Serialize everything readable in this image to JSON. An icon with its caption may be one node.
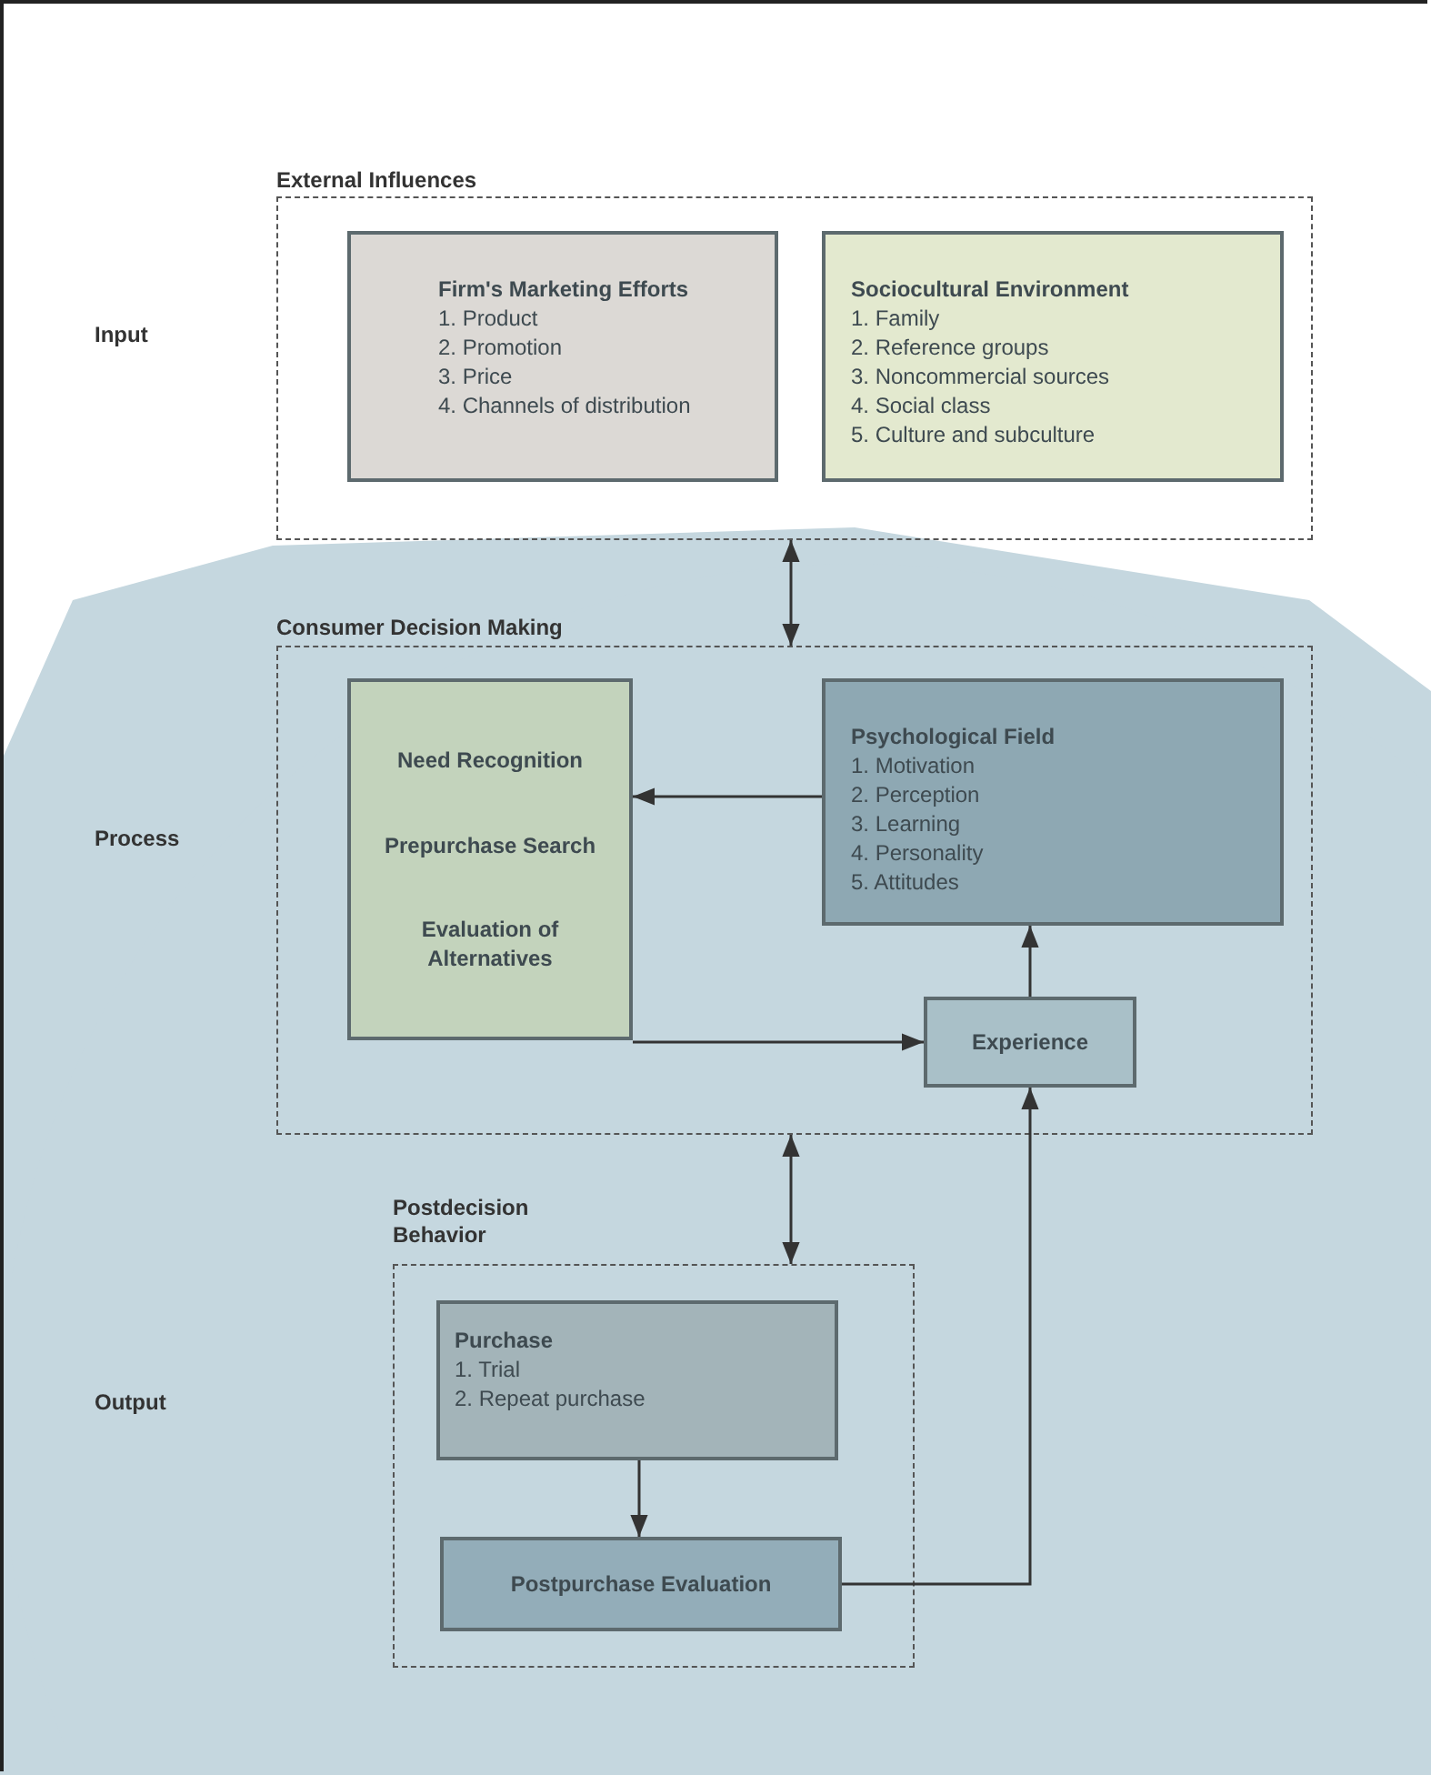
{
  "diagram": {
    "nodes": [
      {
        "text": [
          "External Influences"
        ]
      },
      {
        "text": [
          "Firm's Marketing Efforts",
          "1. Product",
          "2. Promotion",
          "3. Price",
          "4. Channels of distribution"
        ],
        "in": 0
      },
      {
        "text": [
          "Sociocultural Environment",
          "1. Family",
          "2. Reference groups",
          "3. Noncommercial sources",
          "4. Social class",
          "5. Culture and subculture"
        ],
        "in": 0
      },
      {
        "text": [
          "Consumer Decision Making"
        ]
      },
      {
        "text": [
          "Need Recognition",
          "Prepurchase Search",
          "Evaluation of Alternatives"
        ],
        "in": 3
      },
      {
        "text": [
          "Psychological Field",
          "1. Motivation",
          "2. Perception",
          "3. Learning",
          "4. Personality",
          "5. Attitudes"
        ],
        "in": 3
      },
      {
        "text": [
          "Experience"
        ],
        "in": 3
      },
      {
        "text": [
          "Postdecision Behavior"
        ]
      },
      {
        "text": [
          "Purchase",
          "1. Trial",
          "2. Repeat purchase"
        ],
        "in": 7
      },
      {
        "text": [
          "Postpurchase Evaluation"
        ],
        "in": 7
      }
    ],
    "edges": [
      {
        "from": 0,
        "to": 3,
        "arrow": "both"
      },
      {
        "from": 5,
        "to": 4,
        "arrow": "to"
      },
      {
        "from": 4,
        "to": 6,
        "arrow": "to"
      },
      {
        "from": 6,
        "to": 5,
        "arrow": "to"
      },
      {
        "from": 3,
        "to": 7,
        "arrow": "both"
      },
      {
        "from": 8,
        "to": 9,
        "arrow": "to"
      },
      {
        "from": 9,
        "to": 6,
        "arrow": "to"
      }
    ],
    "labels": [
      "Input",
      "Process",
      "Output"
    ]
  }
}
